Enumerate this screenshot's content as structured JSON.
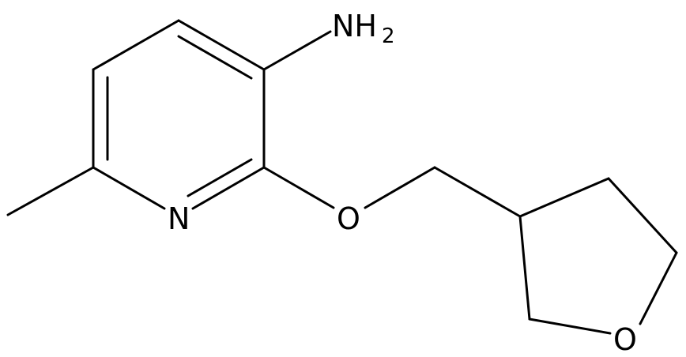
{
  "molecule": {
    "atoms": {
      "amine": "NH",
      "amine_subscript": "2",
      "ring_nitrogen": "N",
      "ether_oxygen": "O",
      "thf_oxygen": "O"
    }
  },
  "colors": {
    "bond": "#000000",
    "background": "#ffffff",
    "text": "#000000"
  }
}
